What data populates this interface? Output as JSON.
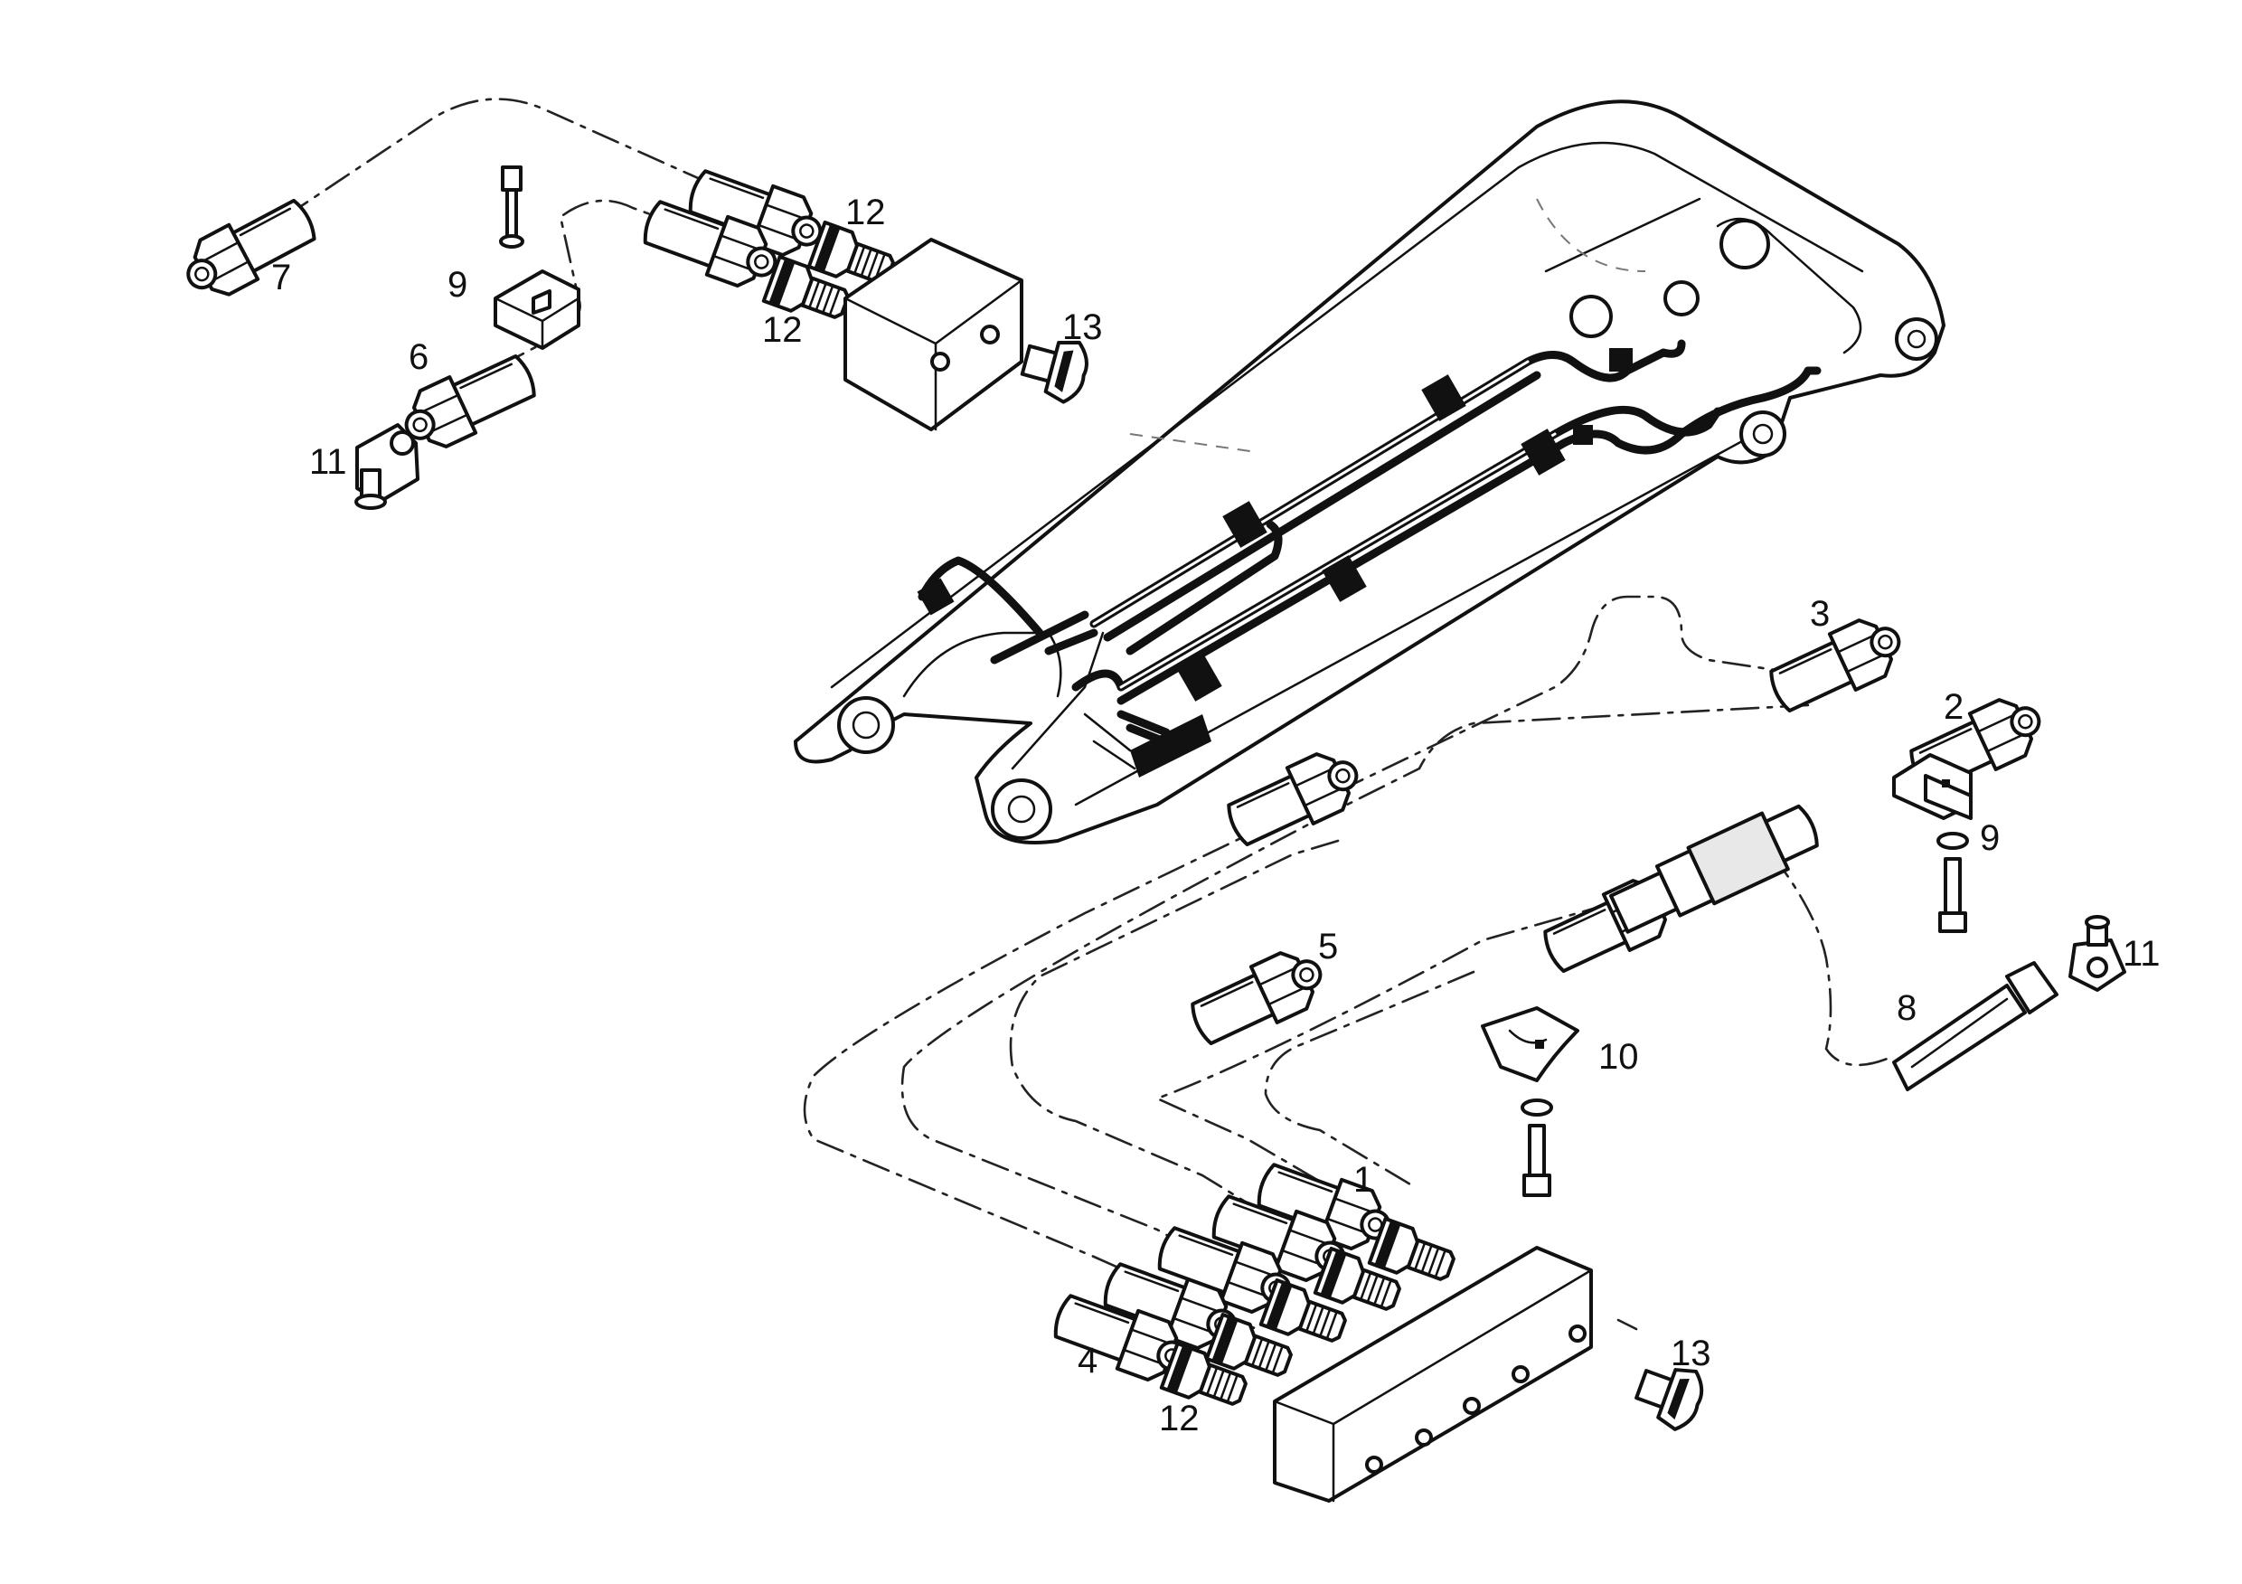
{
  "callouts": {
    "c1": "1",
    "c2": "2",
    "c3": "3",
    "c4": "4",
    "c5": "5",
    "c6": "6",
    "c7": "7",
    "c8": "8",
    "c9a": "9",
    "c9b": "9",
    "c10": "10",
    "c11a": "11",
    "c11b": "11",
    "c12a": "12",
    "c12b": "12",
    "c12c": "12",
    "c13a": "13",
    "c13b": "13"
  }
}
